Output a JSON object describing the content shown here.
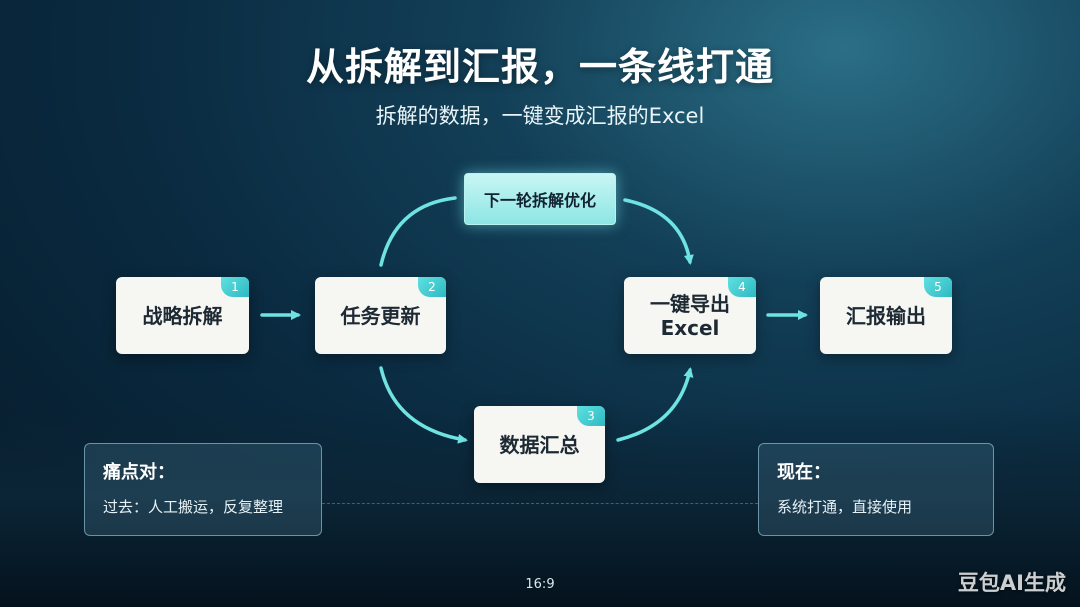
{
  "title": "从拆解到汇报，一条线打通",
  "subtitle": "拆解的数据，一键变成汇报的Excel",
  "flow": {
    "top_node": "下一轮拆解优化",
    "nodes": [
      {
        "num": "1",
        "label": "战略拆解"
      },
      {
        "num": "2",
        "label": "任务更新"
      },
      {
        "num": "3",
        "label": "数据汇总"
      },
      {
        "num": "4",
        "label": "一键导出\nExcel"
      },
      {
        "num": "5",
        "label": "汇报输出"
      }
    ]
  },
  "pain_box": {
    "title": "痛点对：",
    "text": "过去：人工搬运，反复整理"
  },
  "now_box": {
    "title": "现在：",
    "text": "系统打通，直接使用"
  },
  "ratio_label": "16:9",
  "watermark": "豆包AI生成",
  "colors": {
    "accent": "#5ee0e0",
    "card": "#f6f6f3",
    "background": "#0a2a40"
  }
}
